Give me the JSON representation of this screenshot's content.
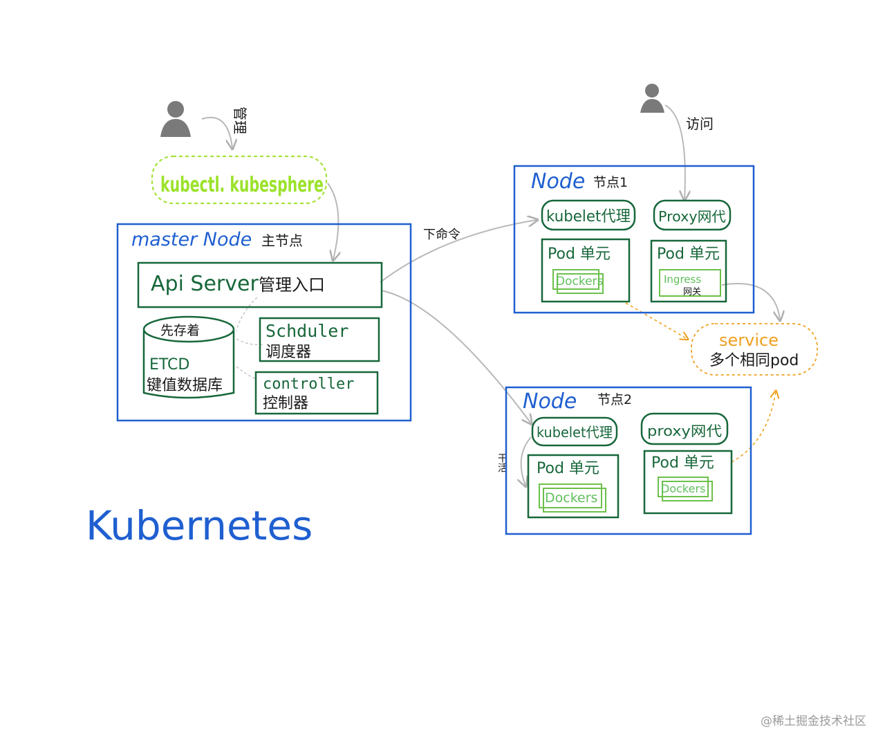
{
  "colors": {
    "node_border": "#1f5fd0",
    "component_border": "#17673a",
    "docker_border": "#6cc04a",
    "kubectl_border": "#a6e23a",
    "service_border": "#f0a020",
    "arrow": "#b8b8b8",
    "user_icon": "#7a7a7a"
  },
  "icons": {
    "admin_user": "user-icon",
    "client_user": "user-icon"
  },
  "labels": {
    "manage_arrow": "管理",
    "visit_arrow": "访问",
    "command_arrow": "下命令",
    "work_arrow": "干活"
  },
  "kubectl": {
    "label": "kubectl. kubesphere"
  },
  "master": {
    "title": "master Node",
    "subtitle": "主节点",
    "api_server": {
      "name": "Api Server",
      "desc": "管理入口"
    },
    "etcd": {
      "top": "先存着",
      "name": "ETCD",
      "desc": "键值数据库"
    },
    "scheduler": {
      "name": "Schduler",
      "desc": "调度器"
    },
    "controller": {
      "name": "controller",
      "desc": "控制器"
    }
  },
  "node1": {
    "title": "Node",
    "subtitle": "节点1",
    "kubelet": "kubelet代理",
    "proxy": "Proxy网代",
    "pod_a": {
      "label": "Pod 单元",
      "inner": "Dockers"
    },
    "pod_b": {
      "label": "Pod 单元",
      "inner": "Ingress",
      "inner_sub": "网关"
    }
  },
  "node2": {
    "title": "Node",
    "subtitle": "节点2",
    "kubelet": "kubelet代理",
    "proxy": "proxy网代",
    "pod_a": {
      "label": "Pod 单元",
      "inner": "Dockers"
    },
    "pod_b": {
      "label": "Pod 单元",
      "inner": "Dockers"
    }
  },
  "service": {
    "name": "service",
    "desc": "多个相同pod"
  },
  "caption": "Kubernetes",
  "watermark": "@稀土掘金技术社区"
}
